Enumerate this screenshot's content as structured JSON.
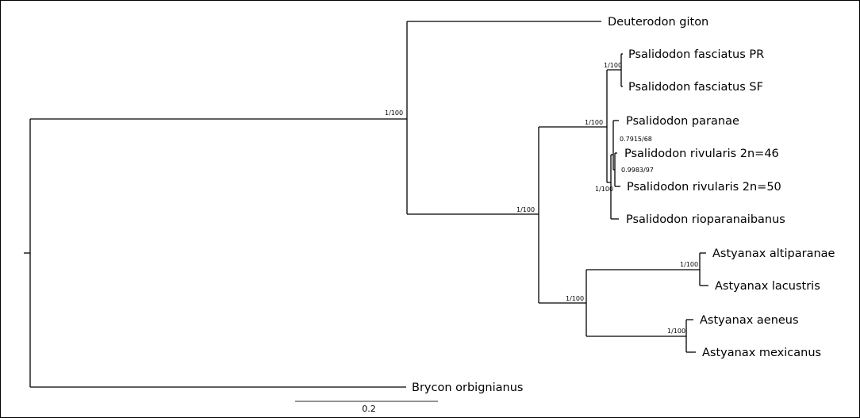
{
  "taxa": {
    "deuterodon_giton": "Deuterodon giton",
    "psalidodon_fasciatus_pr": "Psalidodon fasciatus PR",
    "psalidodon_fasciatus_sf": "Psalidodon fasciatus SF",
    "psalidodon_paranae": "Psalidodon paranae",
    "psalidodon_rivularis_46": "Psalidodon rivularis 2n=46",
    "psalidodon_rivularis_50": "Psalidodon rivularis 2n=50",
    "psalidodon_rioparanaibanus": "Psalidodon rioparanaibanus",
    "astyanax_altiparanae": "Astyanax altiparanae",
    "astyanax_lacustris": "Astyanax lacustris",
    "astyanax_aeneus": "Astyanax aeneus",
    "astyanax_mexicanus": "Astyanax mexicanus",
    "brycon_orbignianus": "Brycon orbignianus"
  },
  "support": {
    "node_main": "1/100",
    "node_psal_ast": "1/100",
    "node_psalidodon": "1/100",
    "node_fasciatus": "1/100",
    "node_paranae": "0.7915/68",
    "node_rivularis": "0.9983/97",
    "node_rio": "1/100",
    "node_astyanax": "1/100",
    "node_alt_lac": "1/100",
    "node_aen_mex": "1/100"
  },
  "scale": {
    "label": "0.2"
  }
}
